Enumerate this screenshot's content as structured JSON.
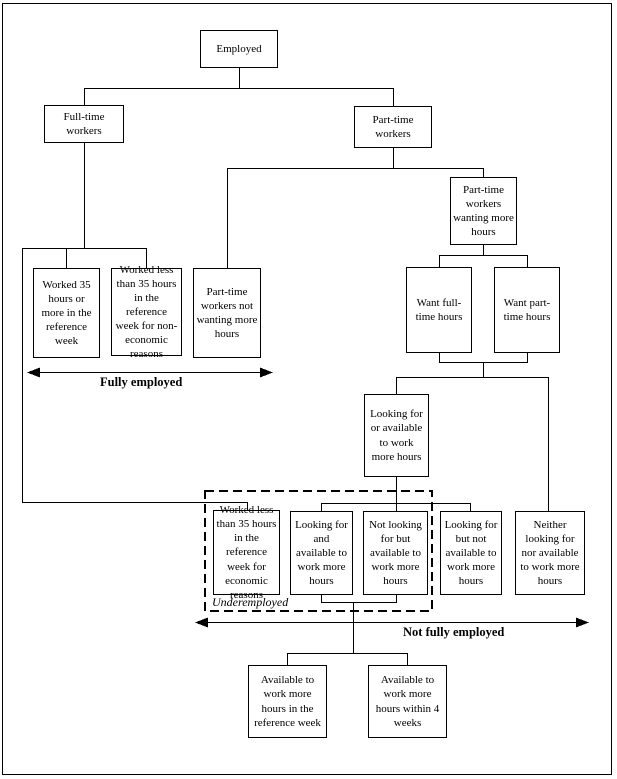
{
  "figure": {
    "background": "#ffffff",
    "line_color": "#000000",
    "nodes": {
      "employed": "Employed",
      "full_time_workers": "Full-time workers",
      "part_time_workers": "Part-time workers",
      "pt_wanting_more": "Part-time workers wanting more hours",
      "worked_35_or_more": "Worked 35 hours or more in the reference week",
      "worked_less_non_economic": "Worked less than 35 hours in the reference week for non-economic reasons",
      "pt_not_wanting_more": "Part-time workers not wanting more hours",
      "want_full_time": "Want full-time hours",
      "want_part_time": "Want part-time hours",
      "looking_or_available": "Looking for or available to work more hours",
      "worked_less_economic": "Worked less than 35 hours in the reference week for economic reasons",
      "looking_and_available": "Looking for and available to work more hours",
      "not_looking_but_available": "Not looking for but available to work more hours",
      "looking_but_not_available": "Looking for but not available to work more hours",
      "neither_looking_nor_available": "Neither looking for nor available to work more hours",
      "available_reference_week": "Available to work more hours in the reference week",
      "available_4_weeks": "Available to work more hours within 4 weeks"
    },
    "annotations": {
      "fully_employed": "Fully employed",
      "underemployed": "Underemployed",
      "not_fully_employed": "Not fully employed"
    }
  }
}
